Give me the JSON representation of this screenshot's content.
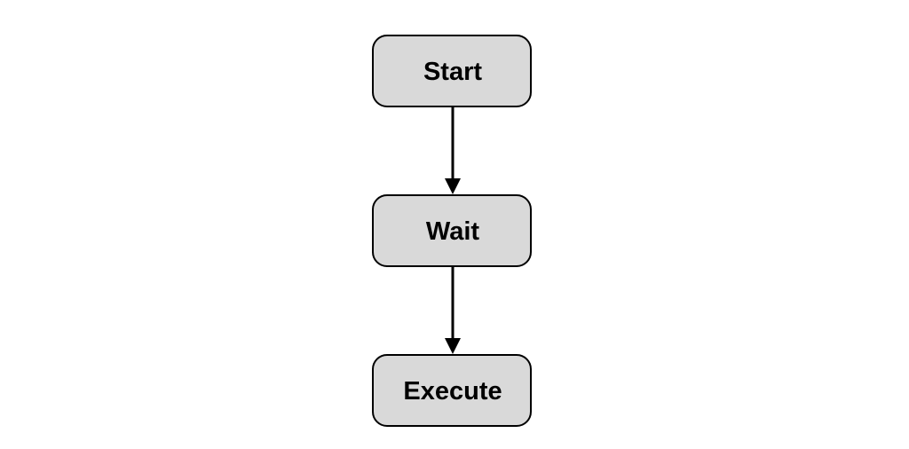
{
  "diagram": {
    "type": "flowchart",
    "direction": "top-to-bottom",
    "colors": {
      "node_fill": "#d9d9d9",
      "node_stroke": "#000000",
      "edge": "#000000",
      "background": "#ffffff"
    },
    "nodes": [
      {
        "id": "start",
        "label": "Start"
      },
      {
        "id": "wait",
        "label": "Wait"
      },
      {
        "id": "execute",
        "label": "Execute"
      }
    ],
    "edges": [
      {
        "from": "start",
        "to": "wait"
      },
      {
        "from": "wait",
        "to": "execute"
      }
    ]
  }
}
